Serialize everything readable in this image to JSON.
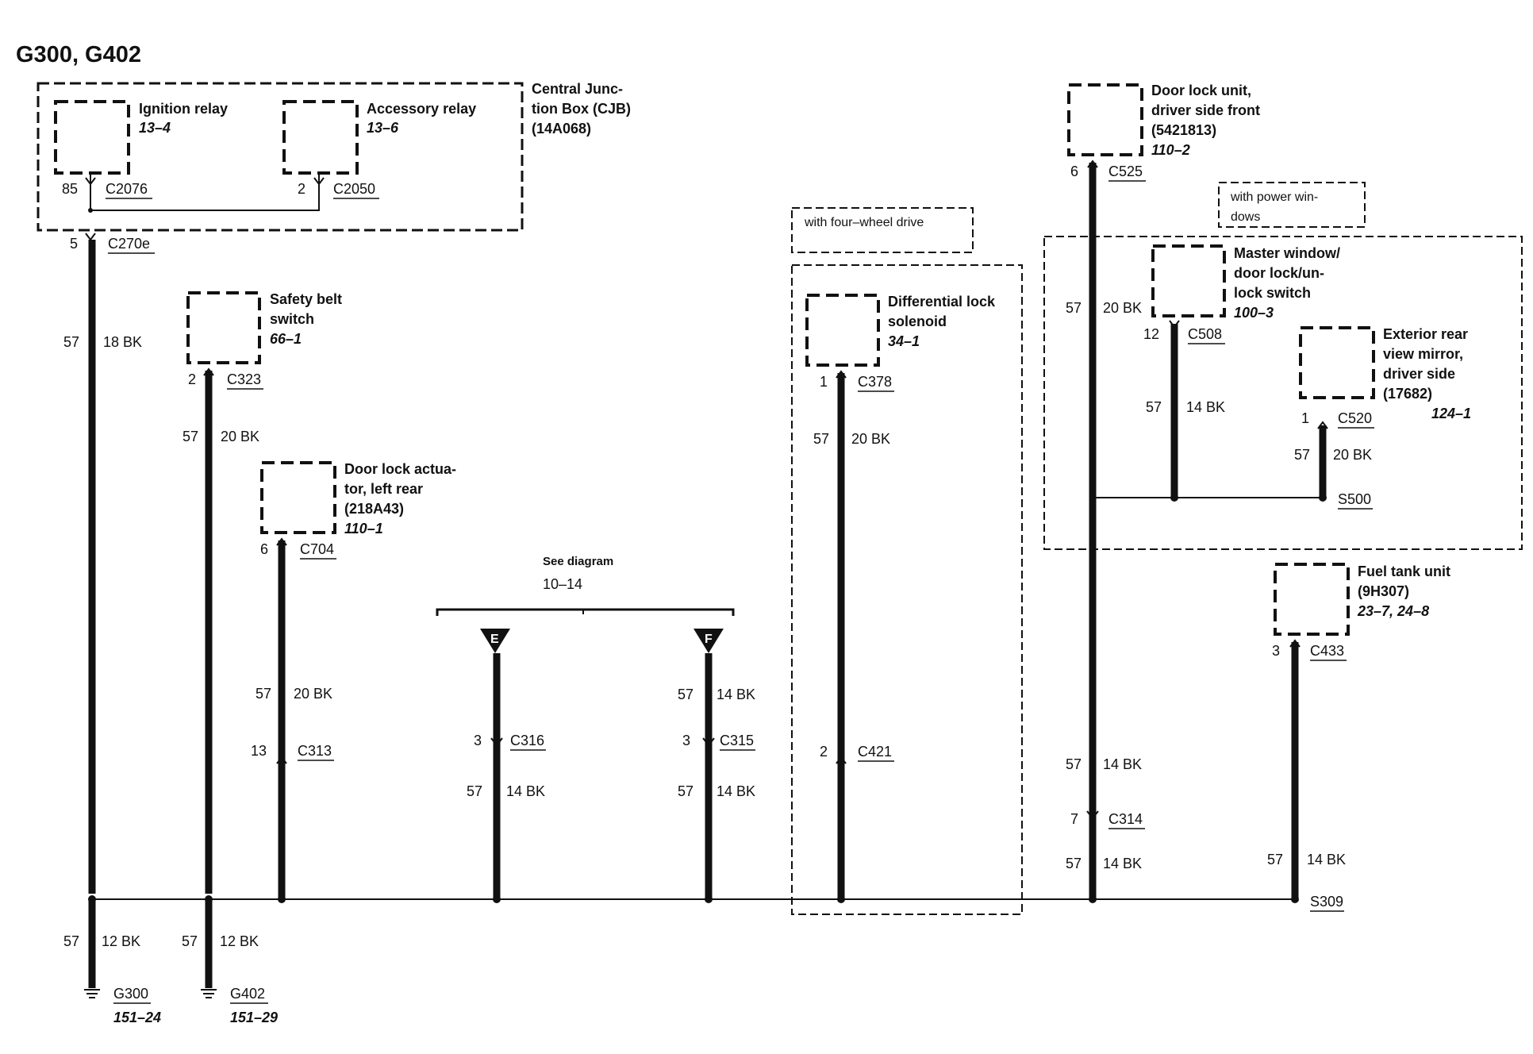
{
  "title": "G300, G402",
  "cjb": {
    "lines": [
      "Central Junc-",
      "tion Box (CJB)",
      "(14A068)"
    ]
  },
  "ignition_relay": {
    "name": "Ignition relay",
    "ref": "13–4",
    "pin": "85",
    "connector": "C2076"
  },
  "accessory_relay": {
    "name": "Accessory relay",
    "ref": "13–6",
    "pin": "2",
    "connector": "C2050"
  },
  "cjb_out": {
    "pin": "5",
    "connector": "C270e",
    "circuit": "57",
    "wire": "18 BK"
  },
  "safety_belt": {
    "lines": [
      "Safety belt",
      "switch"
    ],
    "ref": "66–1",
    "pin": "2",
    "connector": "C323",
    "circuit": "57",
    "wire": "20 BK"
  },
  "door_lock_lr": {
    "lines": [
      "Door lock actua-",
      "tor, left rear",
      "(218A43)"
    ],
    "ref": "110–1",
    "pin": "6",
    "connector": "C704",
    "circuit": "57",
    "wire": "20 BK"
  },
  "c313": {
    "pin": "13",
    "connector": "C313"
  },
  "see_diagram": {
    "text": "See diagram",
    "ref": "10–14"
  },
  "branch_e": {
    "letter": "E",
    "pin": "3",
    "connector": "C316",
    "circuit": "57",
    "wire": "14 BK"
  },
  "branch_f": {
    "letter": "F",
    "circuit_top": "57",
    "wire_top": "14 BK",
    "pin": "3",
    "connector": "C315",
    "circuit": "57",
    "wire": "14 BK"
  },
  "four_wd": {
    "label": "with four–wheel drive"
  },
  "diff_lock": {
    "lines": [
      "Differential lock",
      "solenoid"
    ],
    "ref": "34–1",
    "pin": "1",
    "connector": "C378",
    "circuit": "57",
    "wire": "20 BK",
    "pin2": "2",
    "connector2": "C421"
  },
  "door_lock_df": {
    "lines": [
      "Door lock unit,",
      "driver side front",
      "(5421813)"
    ],
    "ref": "110–2",
    "pin": "6",
    "connector": "C525",
    "circuit": "57",
    "wire": "20 BK",
    "circuit2": "57",
    "wire2": "14 BK",
    "pin2": "7",
    "connector2": "C314",
    "circuit3": "57",
    "wire3": "14 BK"
  },
  "power_windows": {
    "lines": [
      "with power win-",
      "dows"
    ]
  },
  "master_window": {
    "lines": [
      "Master window/",
      "door lock/un-",
      "lock switch"
    ],
    "ref": "100–3",
    "pin": "12",
    "connector": "C508",
    "circuit": "57",
    "wire": "14 BK"
  },
  "ext_mirror": {
    "lines": [
      "Exterior rear",
      "view mirror,",
      "driver side",
      "(17682)"
    ],
    "ref": "124–1",
    "pin": "1",
    "connector": "C520",
    "circuit": "57",
    "wire": "20 BK"
  },
  "splice_s500": "S500",
  "fuel_tank": {
    "lines": [
      "Fuel tank unit",
      "(9H307)"
    ],
    "ref": "23–7, 24–8",
    "pin": "3",
    "connector": "C433",
    "circuit": "57",
    "wire": "14 BK"
  },
  "splice_s309": "S309",
  "ground_g300": {
    "name": "G300",
    "ref": "151–24",
    "circuit": "57",
    "wire": "12 BK"
  },
  "ground_g402": {
    "name": "G402",
    "ref": "151–29",
    "circuit": "57",
    "wire": "12 BK"
  }
}
